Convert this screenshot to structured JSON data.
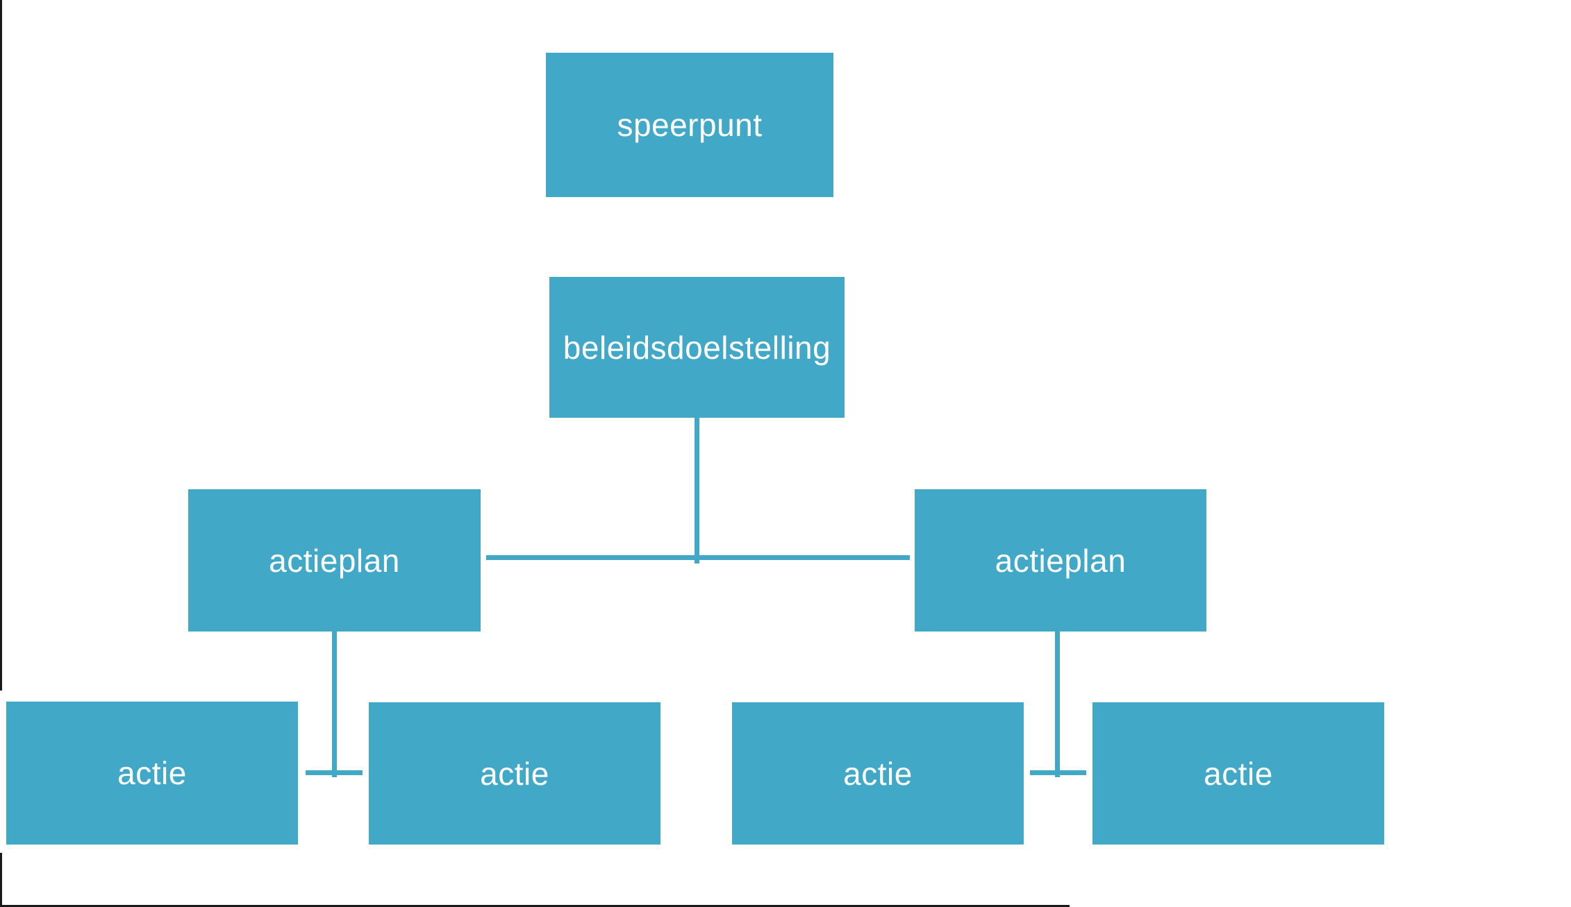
{
  "diagram": {
    "type": "org-chart",
    "language": "nl",
    "nodes": {
      "speerpunt": {
        "label": "speerpunt",
        "level": 1
      },
      "beleidsdoelstelling": {
        "label": "beleidsdoelstelling",
        "level": 2
      },
      "actieplan_left": {
        "label": "actieplan",
        "level": 3
      },
      "actieplan_right": {
        "label": "actieplan",
        "level": 3
      },
      "actie_1": {
        "label": "actie",
        "level": 4
      },
      "actie_2": {
        "label": "actie",
        "level": 4
      },
      "actie_3": {
        "label": "actie",
        "level": 4
      },
      "actie_4": {
        "label": "actie",
        "level": 4
      }
    },
    "edges": [
      {
        "from": "beleidsdoelstelling",
        "to": "actieplan_left"
      },
      {
        "from": "beleidsdoelstelling",
        "to": "actieplan_right"
      },
      {
        "from": "actieplan_left",
        "to": "actie_1"
      },
      {
        "from": "actieplan_left",
        "to": "actie_2"
      },
      {
        "from": "actieplan_right",
        "to": "actie_3"
      },
      {
        "from": "actieplan_right",
        "to": "actie_4"
      }
    ],
    "colors": {
      "node_fill": "#42A8C8",
      "node_text": "#FFFFFF",
      "connector": "#42A8C8",
      "edge_mark": "#1A1A1A",
      "background": "#FFFFFF"
    }
  }
}
